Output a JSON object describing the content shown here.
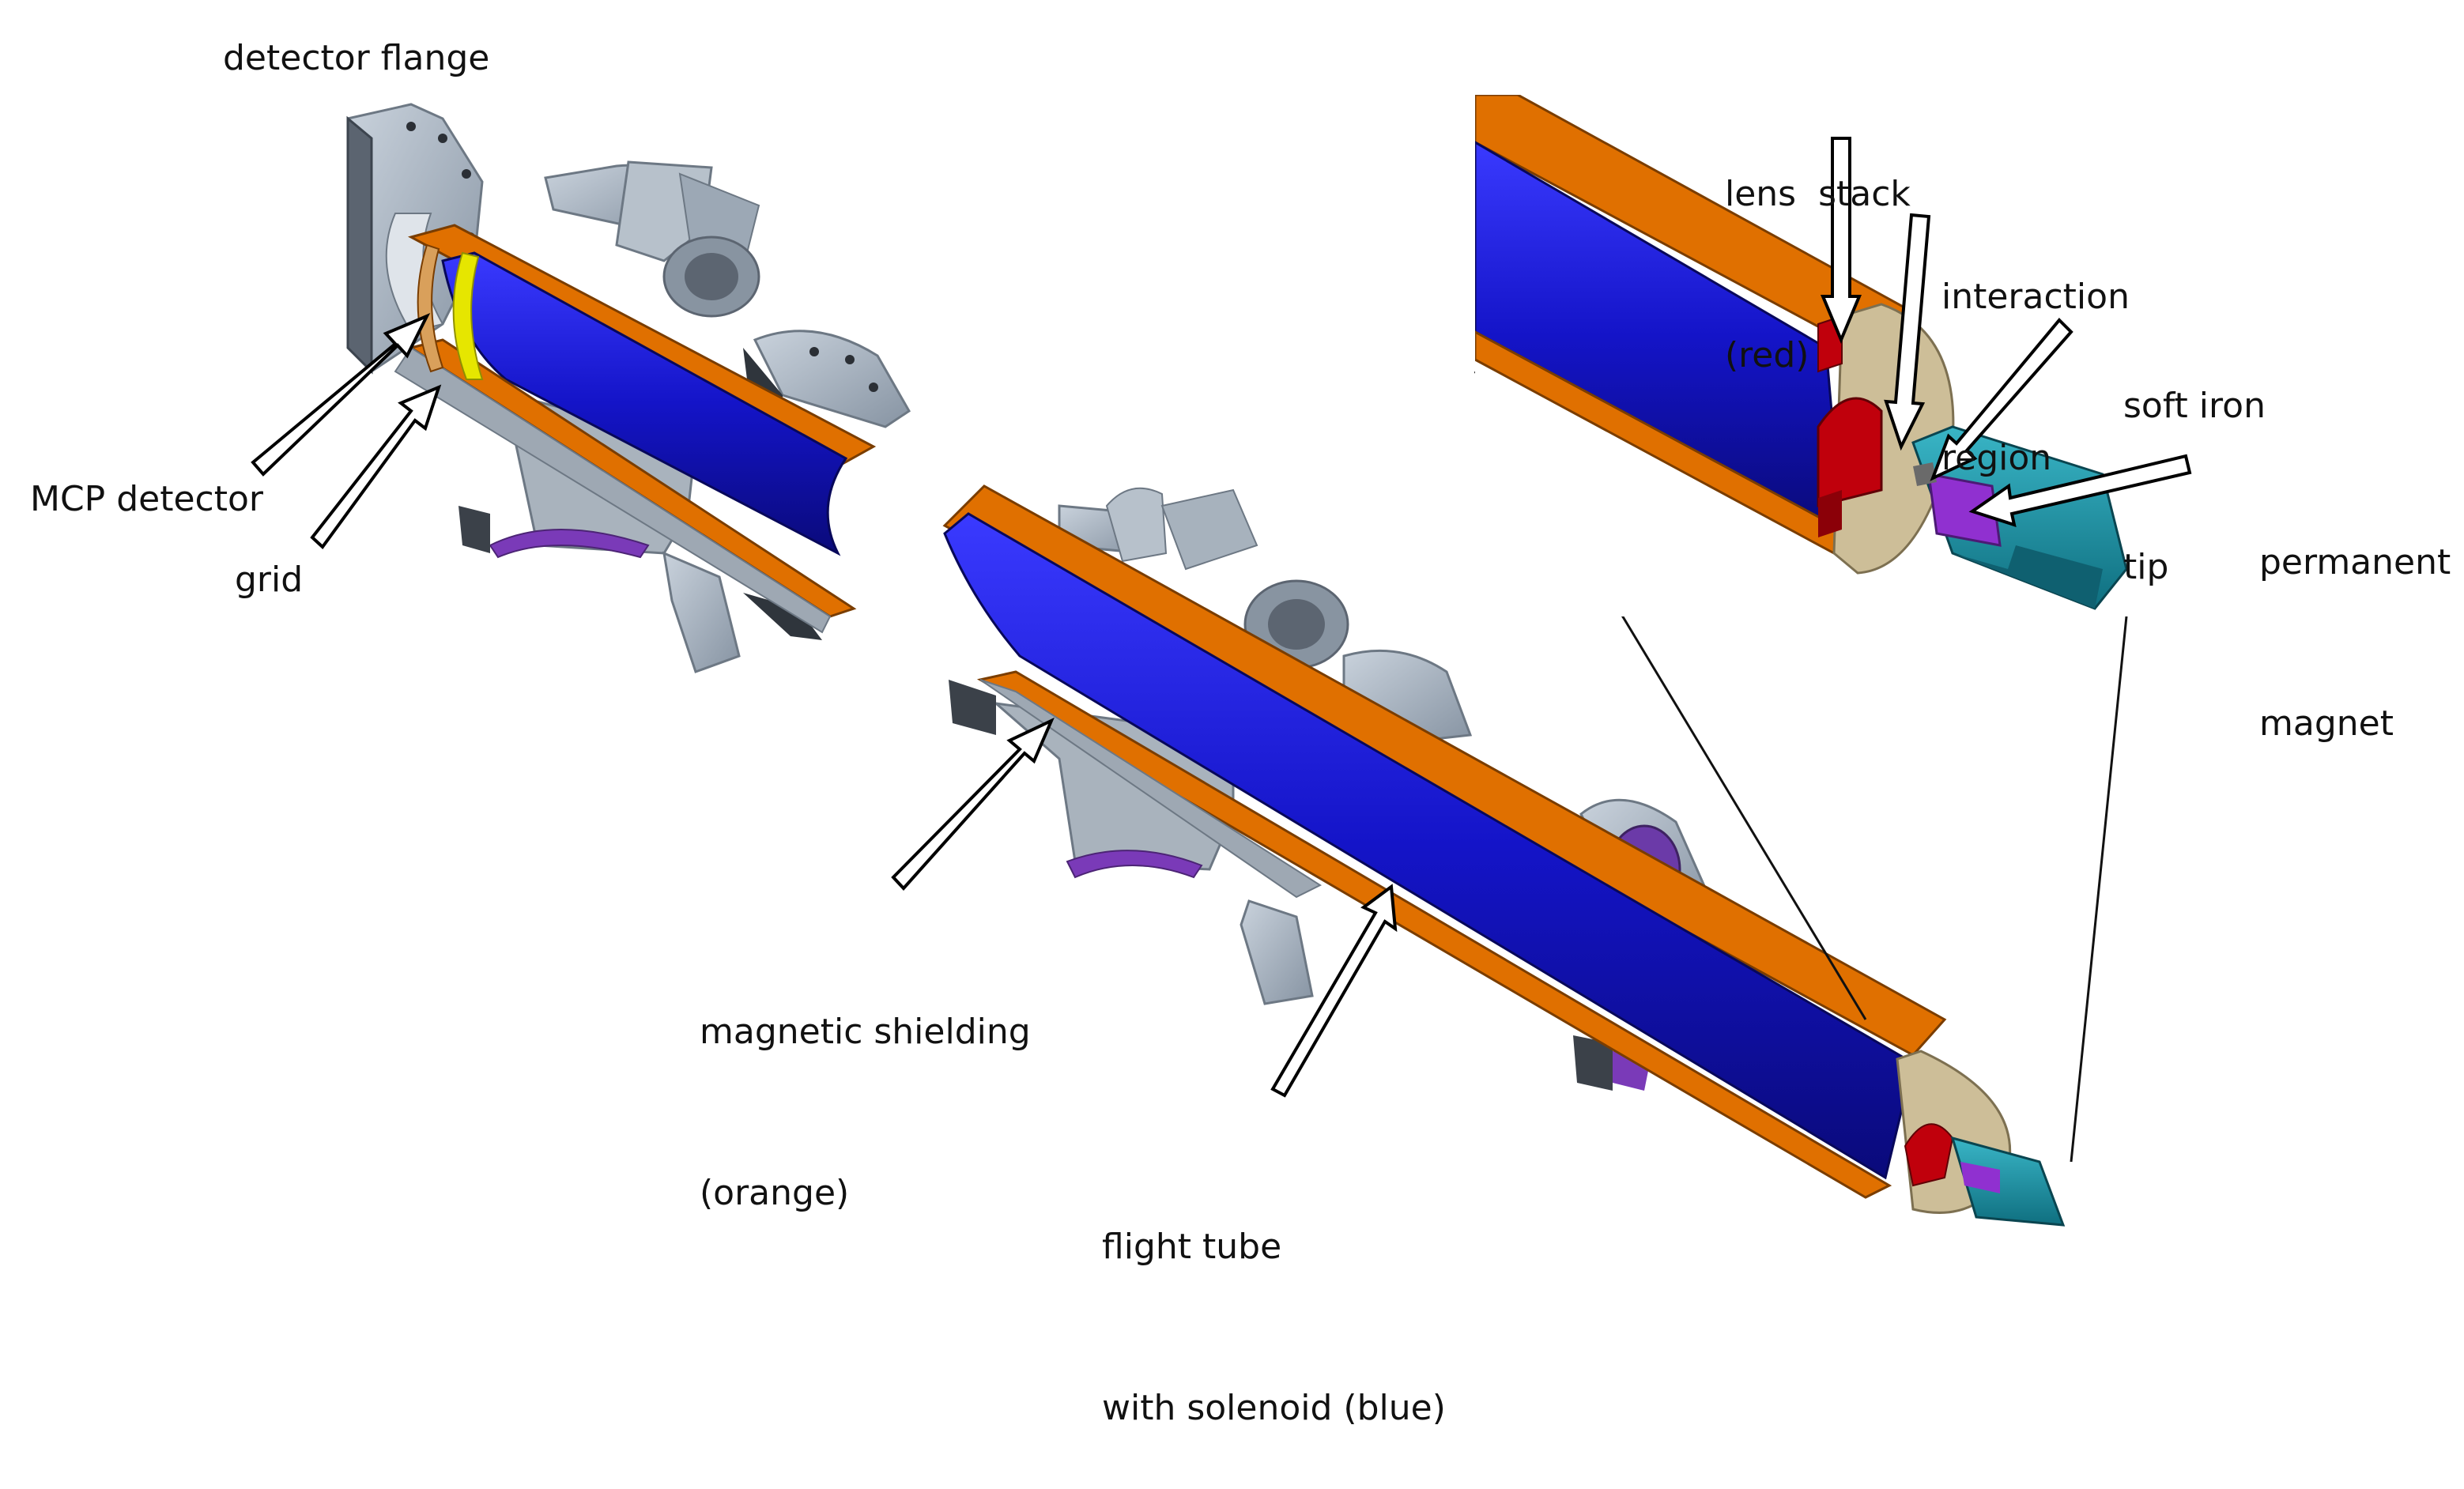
{
  "labels": {
    "detector_flange": "detector flange",
    "mcp_detector": "MCP detector",
    "grid": "grid",
    "magnetic_shielding": [
      "magnetic shielding",
      "(orange)"
    ],
    "flight_tube": [
      "flight tube",
      "with solenoid (blue)"
    ],
    "lens_stack": [
      "lens  stack",
      "(red)"
    ],
    "interaction_region": [
      "interaction",
      "region"
    ],
    "soft_iron_tip": [
      "soft iron",
      "tip"
    ],
    "permanent_magnet": [
      "permanent",
      "magnet"
    ]
  },
  "colors": {
    "magnetic_shielding": "#E07000",
    "solenoid": "#1E1ED2",
    "lens_stack": "#C0000C",
    "chamber_steel": "#A8B3BF",
    "end_cap": "#CDBE98",
    "permanent_magnet": "#9030D0",
    "magnet_holder": "#1E8FA0",
    "grid": "#E6E600"
  }
}
